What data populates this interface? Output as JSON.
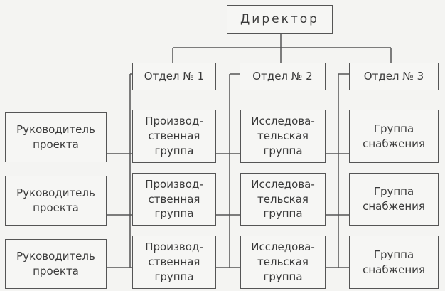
{
  "director": "Директор",
  "departments": [
    "Отдел № 1",
    "Отдел № 2",
    "Отдел № 3"
  ],
  "managers": [
    "Руководитель\nпроекта",
    "Руководитель\nпроекта",
    "Руководитель\nпроекта"
  ],
  "groups": [
    [
      "Производ-\nственная\nгруппа",
      "Исследова-\nтельская\nгруппа",
      "Группа\nснабжения"
    ],
    [
      "Производ-\nственная\nгруппа",
      "Исследова-\nтельская\nгруппа",
      "Группа\nснабжения"
    ],
    [
      "Производ-\nственная\nгруппа",
      "Исследова-\nтельская\nгруппа",
      "Группа\nснабжения"
    ]
  ]
}
